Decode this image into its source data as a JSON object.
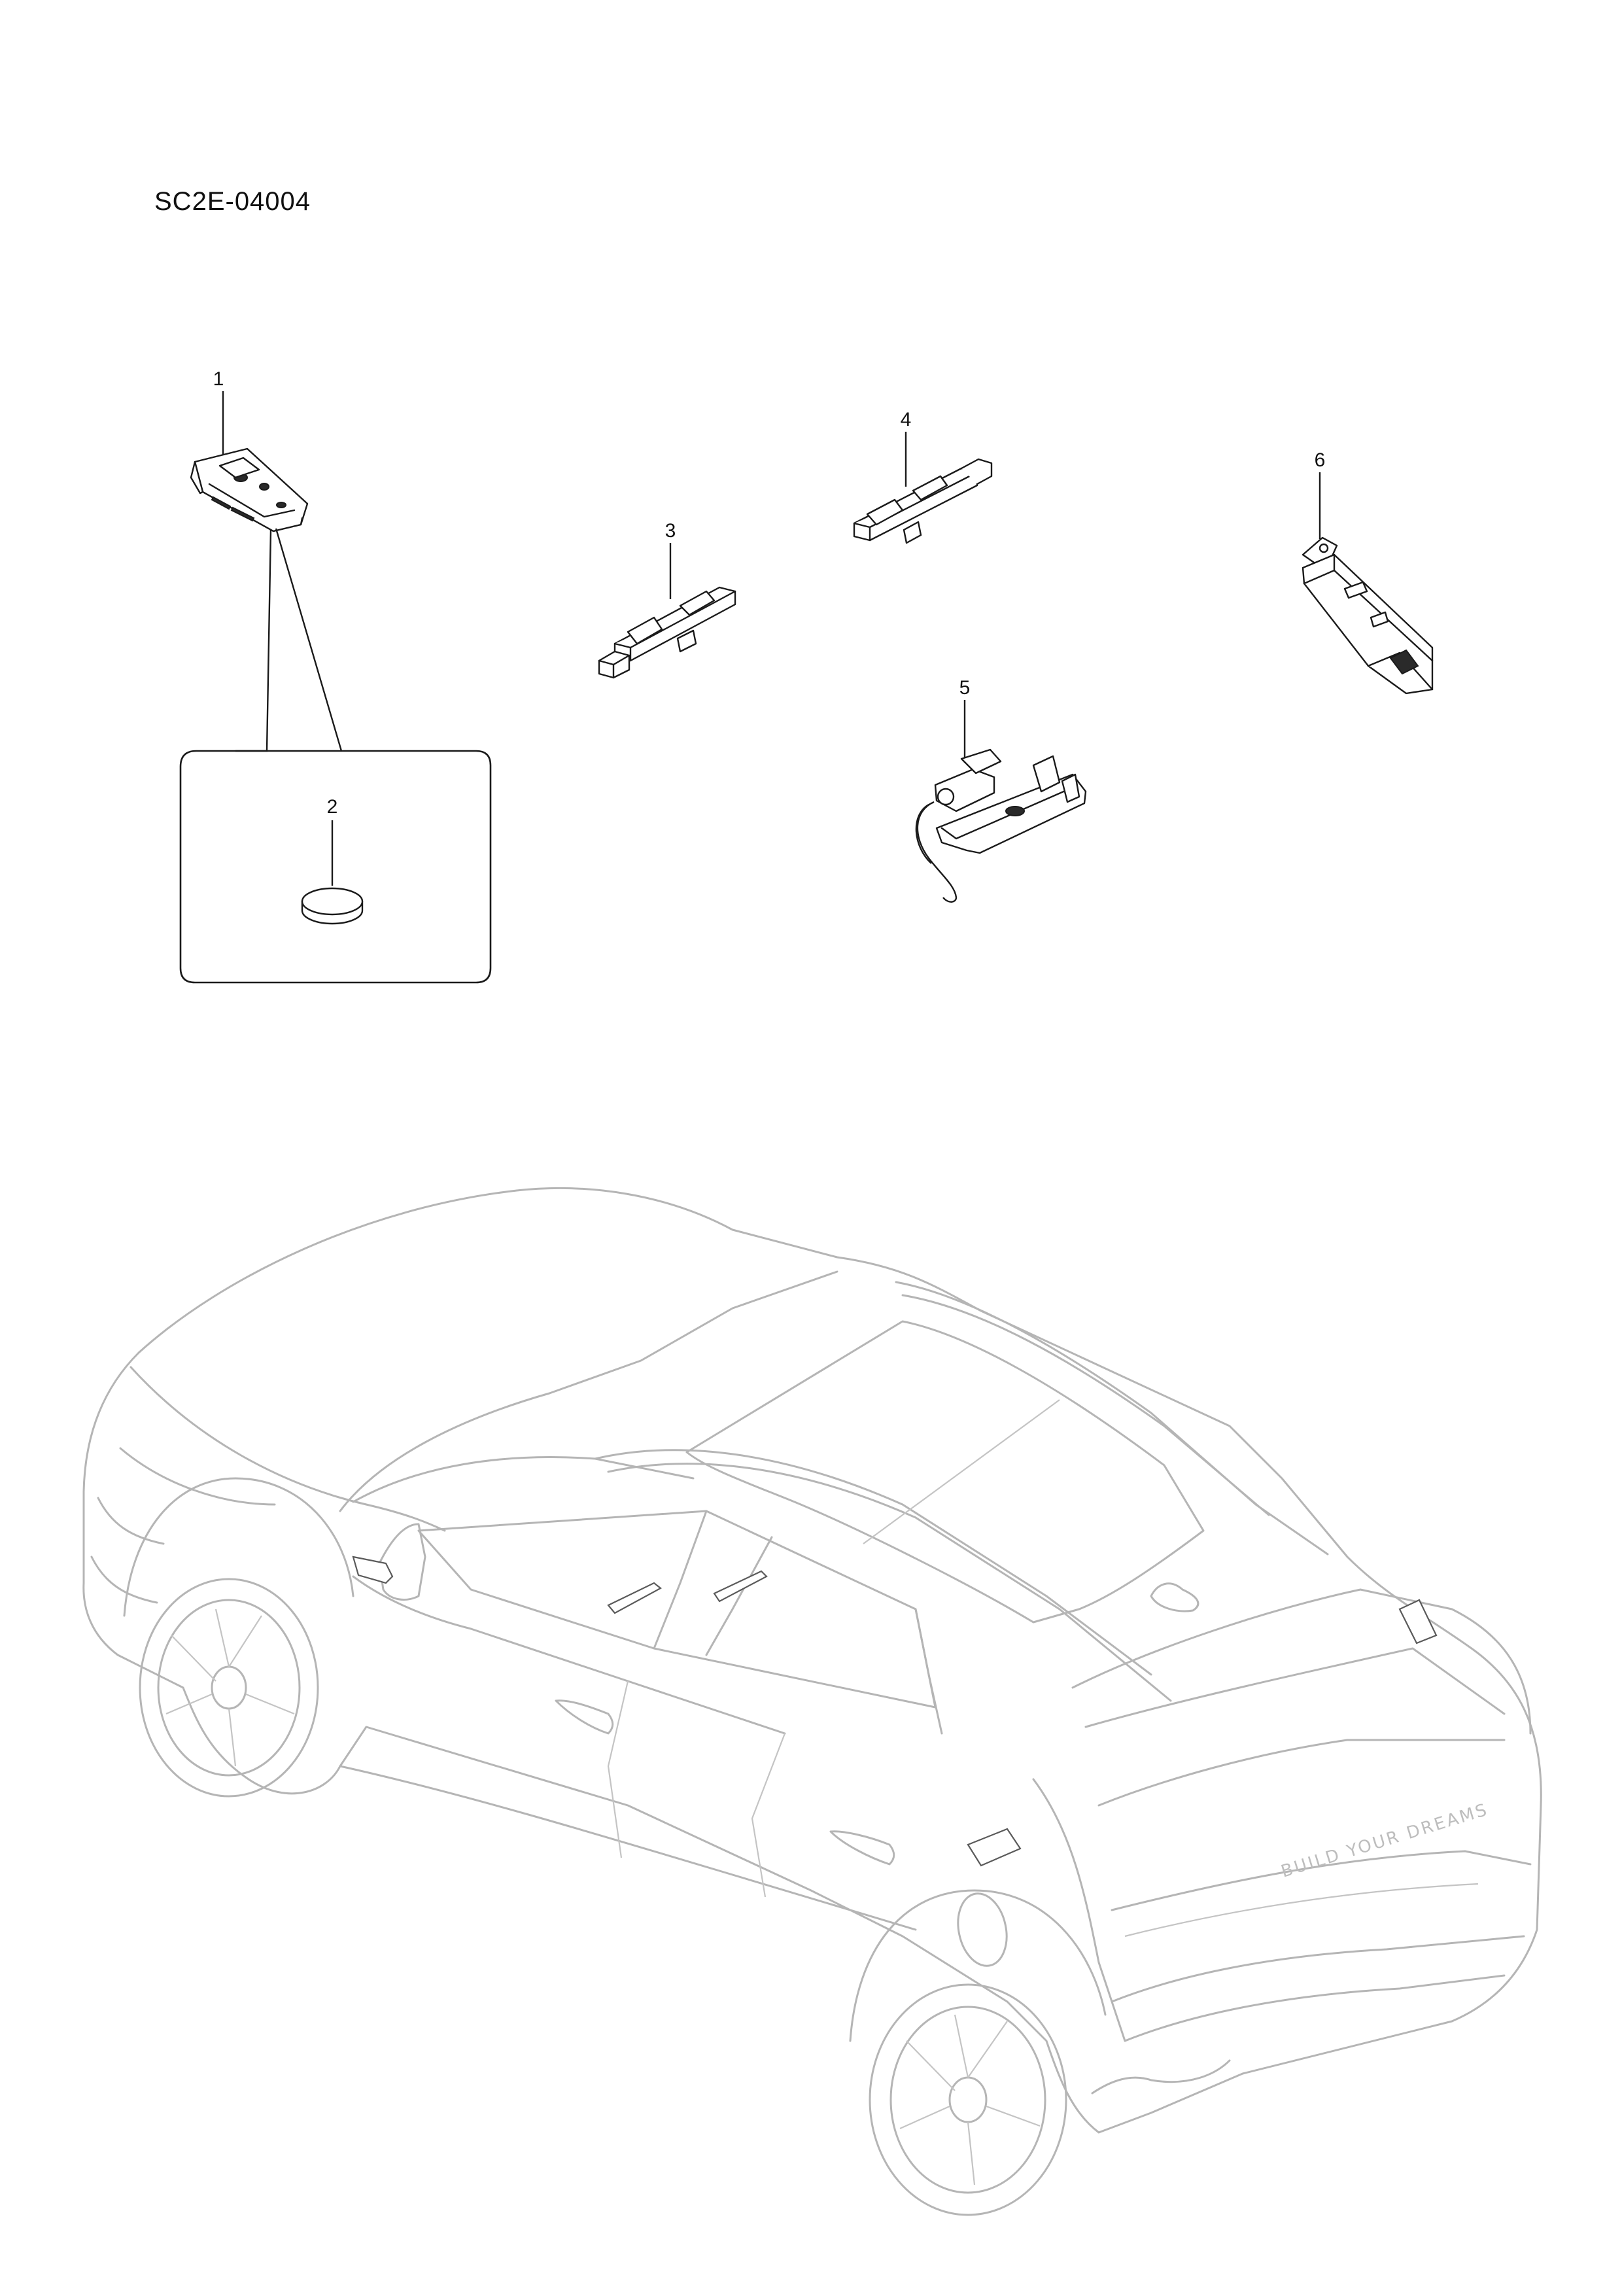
{
  "header": {
    "drawing_code": "SC2E-04004"
  },
  "callouts": [
    {
      "number": "1"
    },
    {
      "number": "2"
    },
    {
      "number": "3"
    },
    {
      "number": "4"
    },
    {
      "number": "5"
    },
    {
      "number": "6"
    }
  ],
  "vehicle_graphics": {
    "tailgate_lettering": "BUILD YOUR DREAMS"
  },
  "colors": {
    "line_art": "#1a1a1a",
    "vehicle_outline": "#b5b5b5",
    "background": "#ffffff"
  }
}
